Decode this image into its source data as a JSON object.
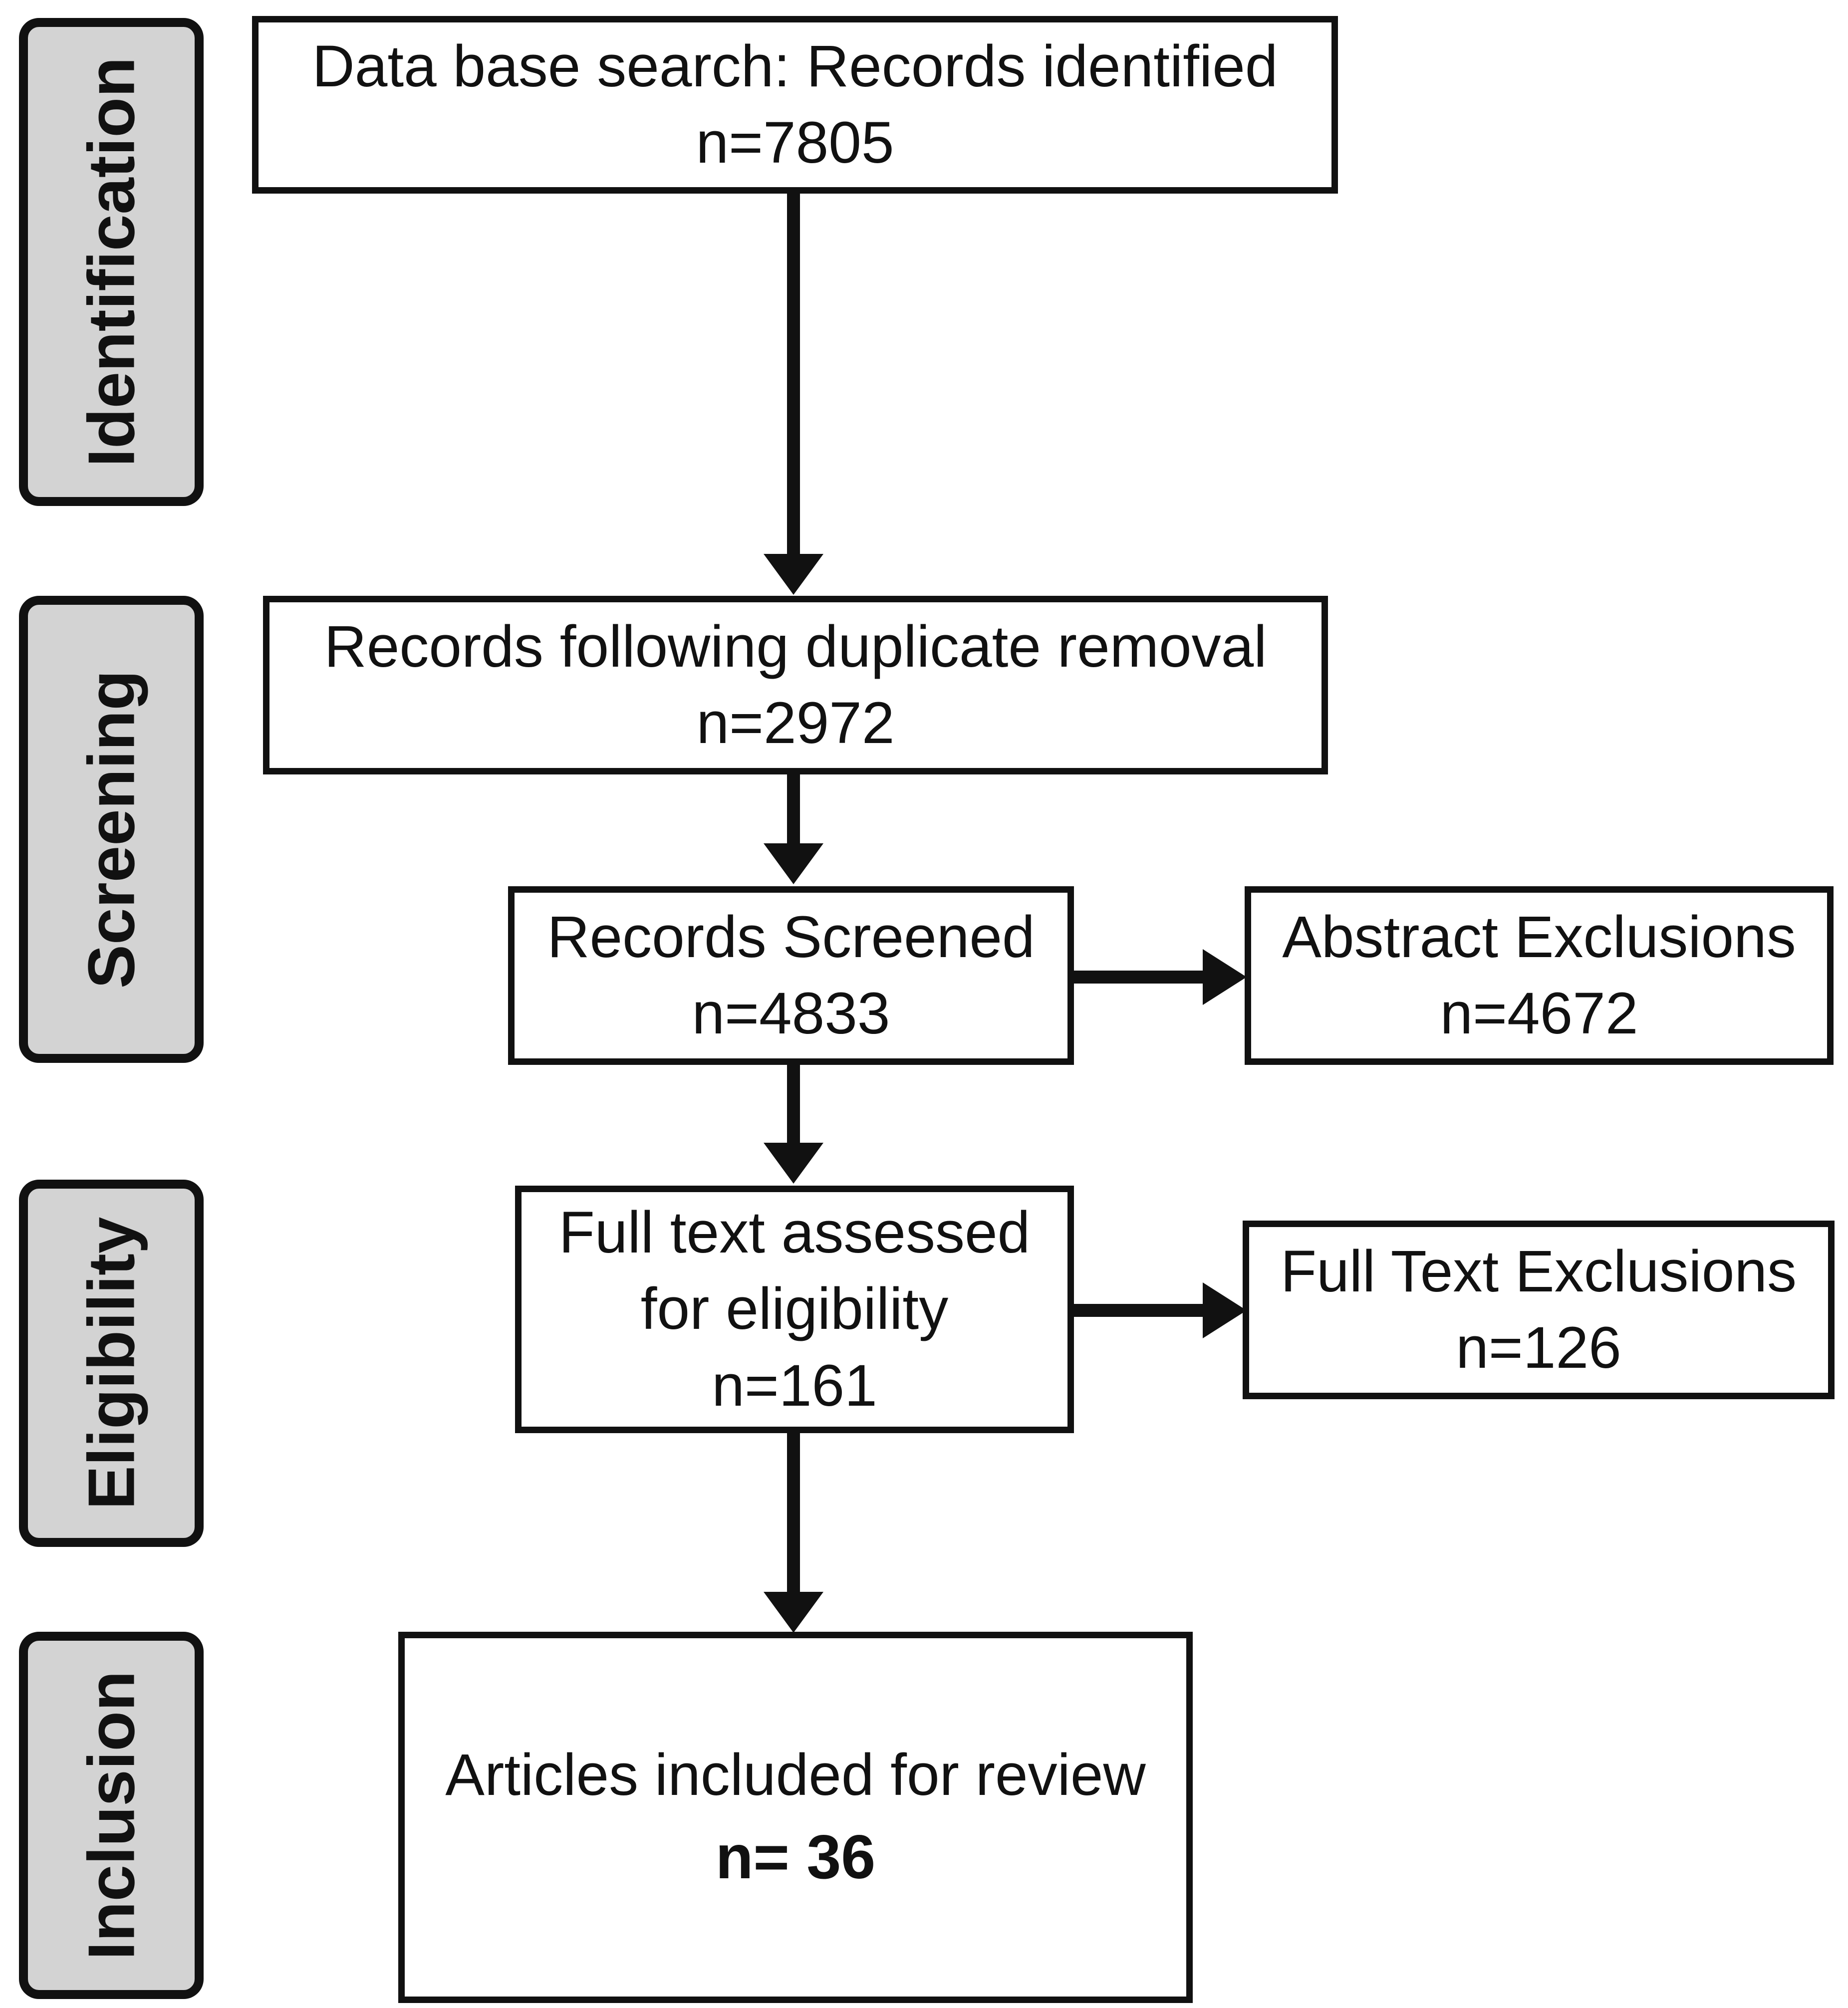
{
  "stages": [
    {
      "id": "identification",
      "label": "Identification"
    },
    {
      "id": "screening",
      "label": "Screening"
    },
    {
      "id": "eligibility",
      "label": "Eligibility"
    },
    {
      "id": "inclusion",
      "label": "Inclusion"
    }
  ],
  "boxes": {
    "database_search": {
      "title": "Data base search: Records identified",
      "count": "n=7805"
    },
    "duplicate_removal": {
      "title": "Records following duplicate removal",
      "count": "n=2972"
    },
    "records_screened": {
      "title": "Records Screened",
      "count": "n=4833"
    },
    "abstract_exclusions": {
      "title": "Abstract Exclusions",
      "count": "n=4672"
    },
    "full_text_assessed": {
      "title_line1": "Full text assessed",
      "title_line2": "for eligibility",
      "count": "n=161"
    },
    "full_text_exclusions": {
      "title": "Full Text Exclusions",
      "count": "n=126"
    },
    "articles_included": {
      "title": "Articles included for review",
      "count": "n= 36"
    }
  },
  "colors": {
    "stage_fill": "#d3d3d3",
    "stroke": "#111111",
    "box_fill": "#ffffff"
  }
}
